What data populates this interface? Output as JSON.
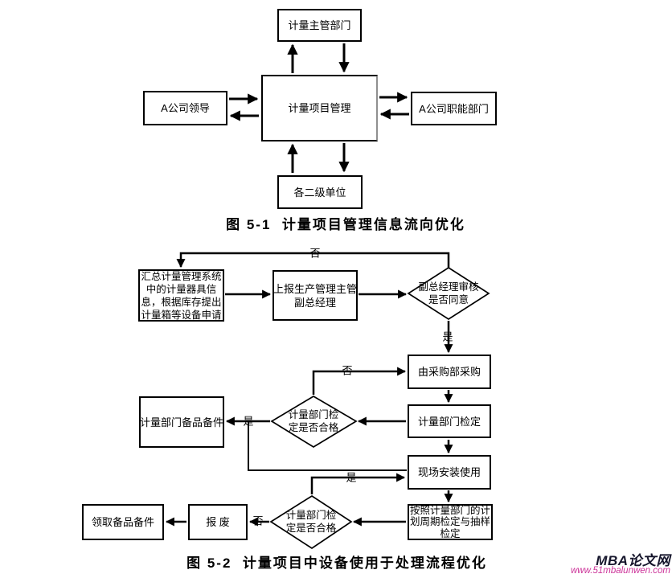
{
  "figure1": {
    "caption": "图 5-1  计量项目管理信息流向优化",
    "nodes": {
      "top": "计量主管部门",
      "center": "计量项目管理",
      "left": "A公司领导",
      "right": "A公司职能部门",
      "bottom": "各二级单位"
    }
  },
  "figure2": {
    "caption": "图 5-2  计量项目中设备使用于处理流程优化",
    "nodes": {
      "summarize_lines": [
        "汇总计量管理系统",
        "中的计量器具信",
        "息，根据库存提出",
        "计量箱等设备申请"
      ],
      "report_lines": [
        "上报生产管理主管",
        "副总经理"
      ],
      "approve_decision_lines": [
        "副总经理审核",
        "是否同意"
      ],
      "purchase": "由采购部采购",
      "verify": "计量部门检定",
      "verify_decision_lines": [
        "计量部门检",
        "定是否合格"
      ],
      "spare_parts": "计量部门备品备件",
      "install": "现场安装使用",
      "periodic_lines": [
        "按照计量部门的计",
        "划周期检定与抽样",
        "检定"
      ],
      "scrap": "报 废",
      "collect_spare": "领取备品备件"
    },
    "edge_labels": {
      "approve_no": "否",
      "approve_yes": "是",
      "verify1_no": "否",
      "verify1_yes": "是",
      "verify2_yes": "是",
      "verify2_no": "否"
    }
  },
  "watermark": {
    "site_name": "MBA论文网",
    "site_url": "www.51mbalunwen.com",
    "site_name_color": "#16162c",
    "site_url_color": "#cc3399"
  },
  "colors": {
    "line": "#000000",
    "box_border": "#000000",
    "box_background": "#ffffff",
    "page_background": "#ffffff",
    "center_box_shadow": "#8f8f8f"
  }
}
